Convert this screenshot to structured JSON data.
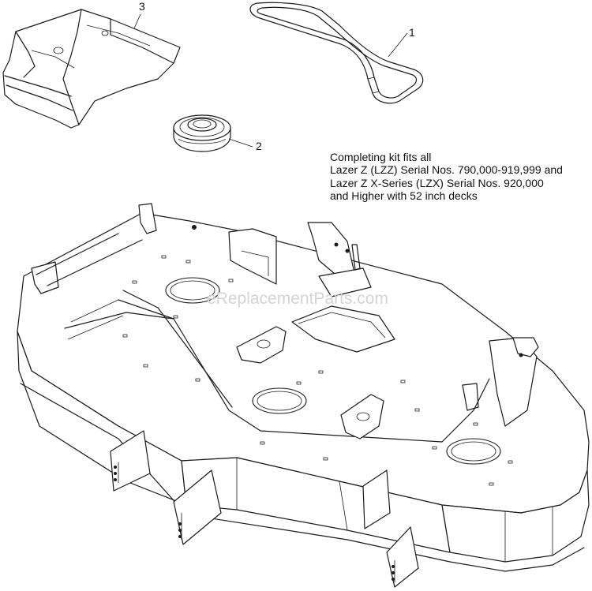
{
  "callouts": [
    {
      "id": "belt",
      "label": "1"
    },
    {
      "id": "idler-pulley",
      "label": "2"
    },
    {
      "id": "belt-cover",
      "label": "3"
    }
  ],
  "note": {
    "lines": [
      "Completing kit fits all",
      "Lazer Z (LZZ) Serial Nos. 790,000-919,999 and",
      "Lazer Z X-Series (LZX) Serial Nos. 920,000",
      "and Higher with 52 inch decks"
    ]
  },
  "watermark": "eReplacementParts.com",
  "colors": {
    "line": "#1a1a1a",
    "watermark": "#d4d4d4",
    "background": "#ffffff"
  }
}
